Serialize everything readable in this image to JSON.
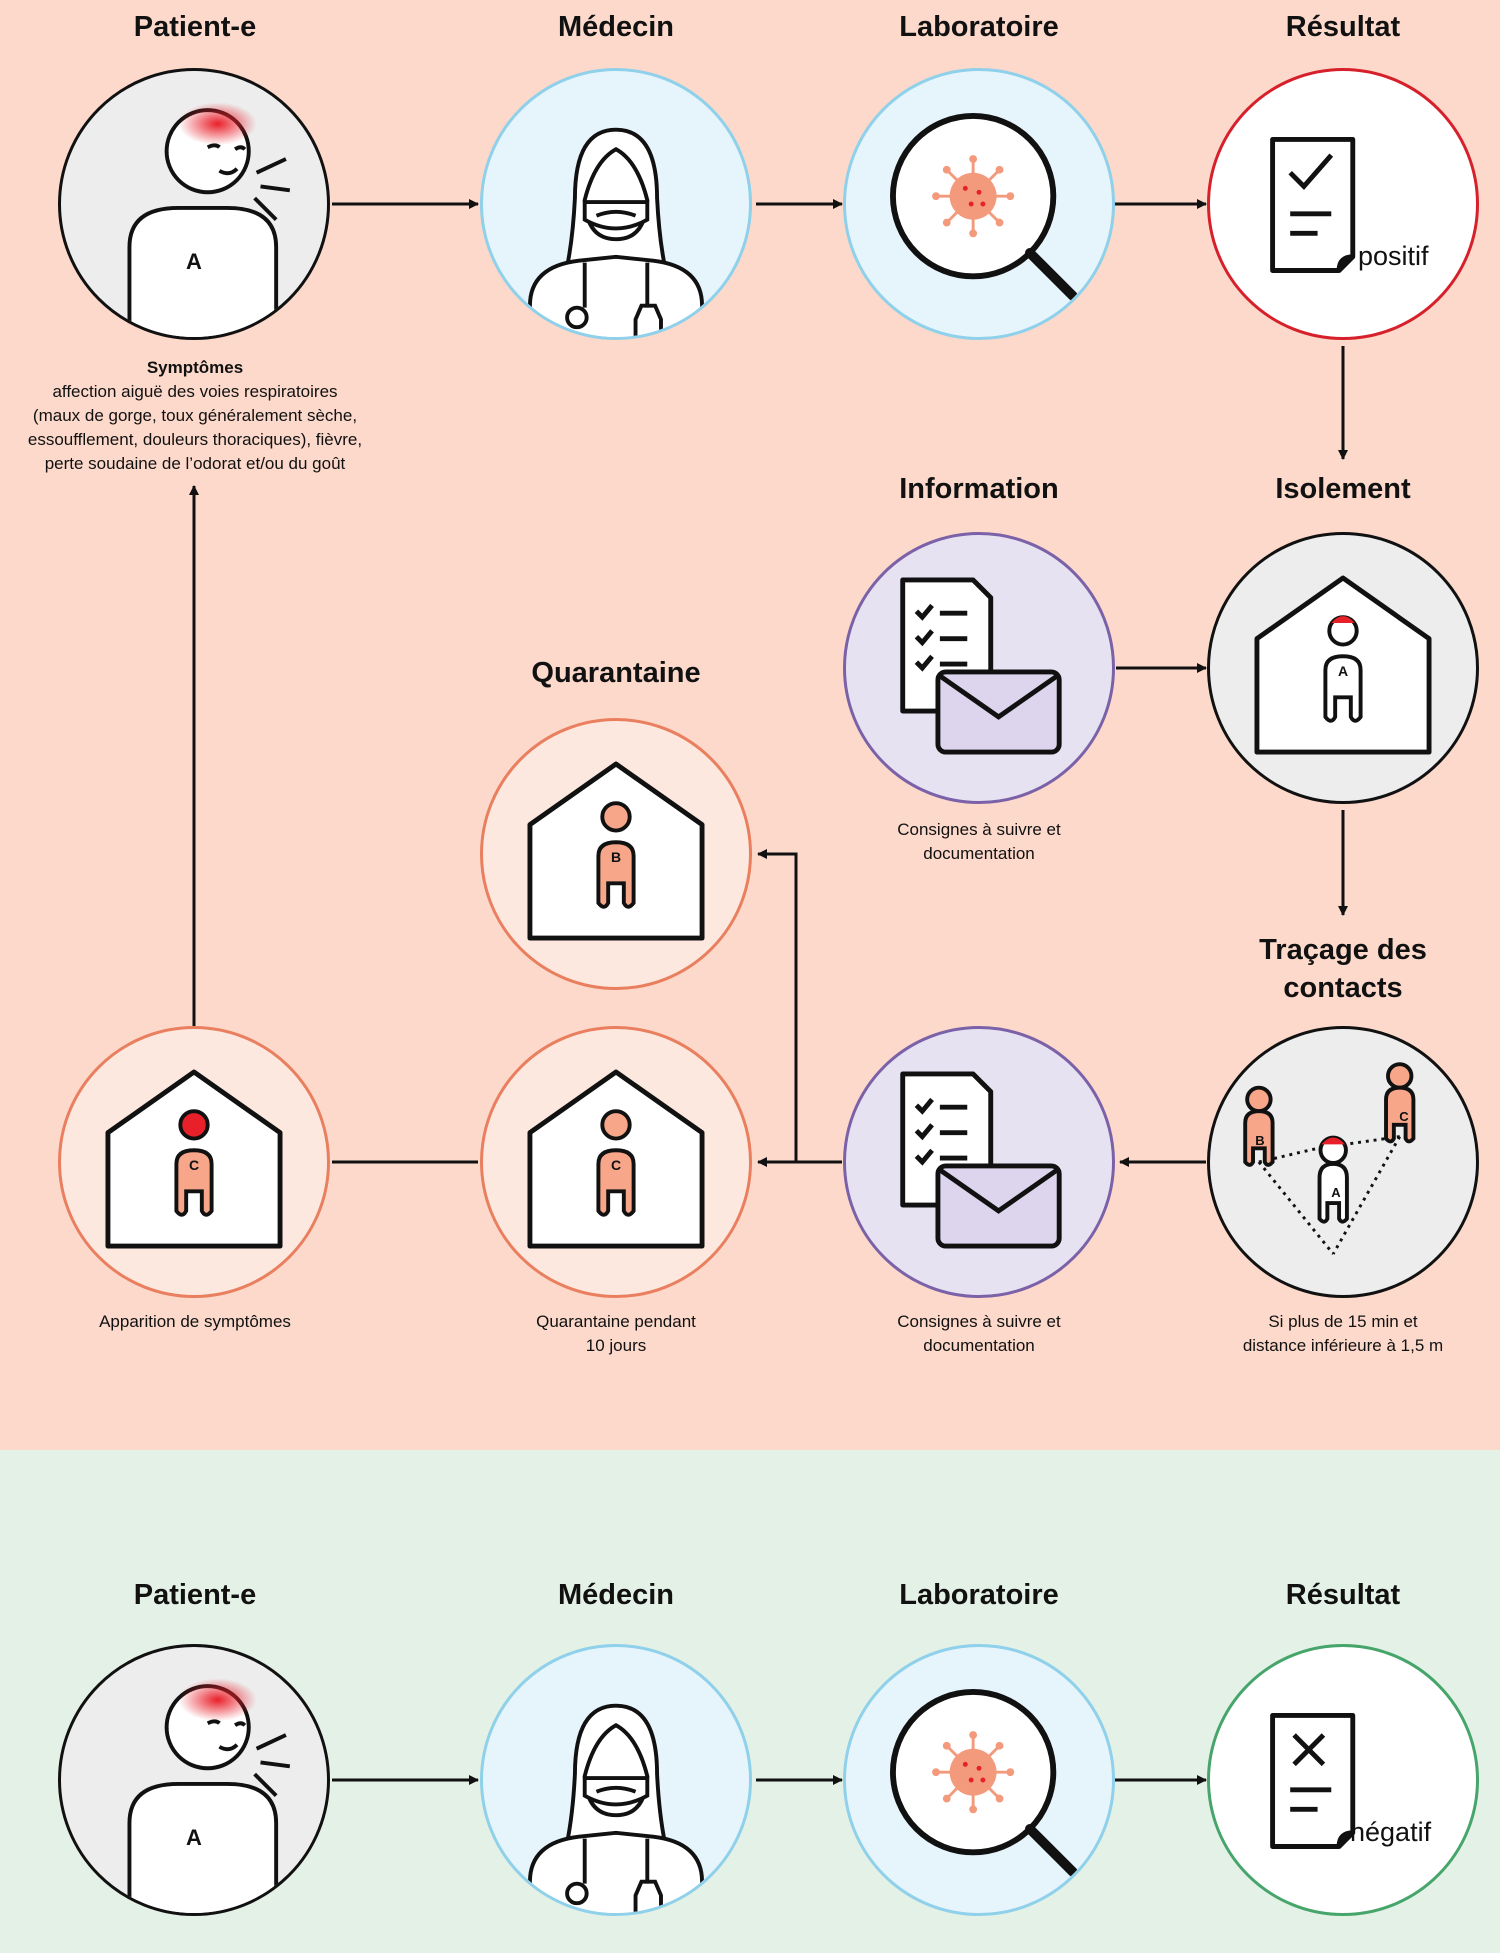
{
  "colors": {
    "positive_background": "#fcd9cb",
    "negative_background": "#e4f1e6",
    "lab_border": "#8fd0ea",
    "info_border": "#7b62a8",
    "quarantine_border": "#e97f5f",
    "positive_border": "#d6202b",
    "negative_border": "#46a56b",
    "virus": "#f39a7d",
    "fever": "#e8202a"
  },
  "positive": {
    "patient": {
      "title": "Patient-e",
      "letter": "A",
      "symptoms_heading": "Symptômes",
      "symptoms_lines": [
        "affection aiguë des voies respiratoires",
        "(maux de gorge, toux généralement sèche,",
        "essoufflement, douleurs thoraciques), fièvre,",
        "perte soudaine de l’odorat et/ou du goût"
      ]
    },
    "doctor": {
      "title": "Médecin",
      "icon": "doctor-icon"
    },
    "laboratory": {
      "title": "Laboratoire",
      "icon": "magnifier-virus-icon"
    },
    "result": {
      "title": "Résultat",
      "label": "positif",
      "icon": "document-check-icon"
    },
    "information": {
      "title": "Information",
      "caption_lines": [
        "Consignes à suivre et",
        "documentation"
      ]
    },
    "isolation": {
      "title": "Isolement",
      "letter": "A"
    },
    "contact_tracing": {
      "title_lines": [
        "Traçage des",
        "contacts"
      ],
      "letters": [
        "B",
        "C",
        "A"
      ],
      "caption_lines": [
        "Si plus de 15 min et",
        "distance inférieure à 1,5 m"
      ]
    },
    "quarantine": {
      "title": "Quarantaine",
      "letter": "B"
    },
    "info_contacts": {
      "caption_lines": [
        "Consignes à suivre et",
        "documentation"
      ]
    },
    "quarantine_c": {
      "letter": "C",
      "caption_lines": [
        "Quarantaine pendant",
        "10 jours"
      ]
    },
    "symptoms_c": {
      "letter": "C",
      "caption": "Apparition de symptômes"
    }
  },
  "negative": {
    "patient": {
      "title": "Patient-e",
      "letter": "A"
    },
    "doctor": {
      "title": "Médecin"
    },
    "laboratory": {
      "title": "Laboratoire"
    },
    "result": {
      "title": "Résultat",
      "label": "négatif",
      "icon": "document-x-icon"
    }
  }
}
